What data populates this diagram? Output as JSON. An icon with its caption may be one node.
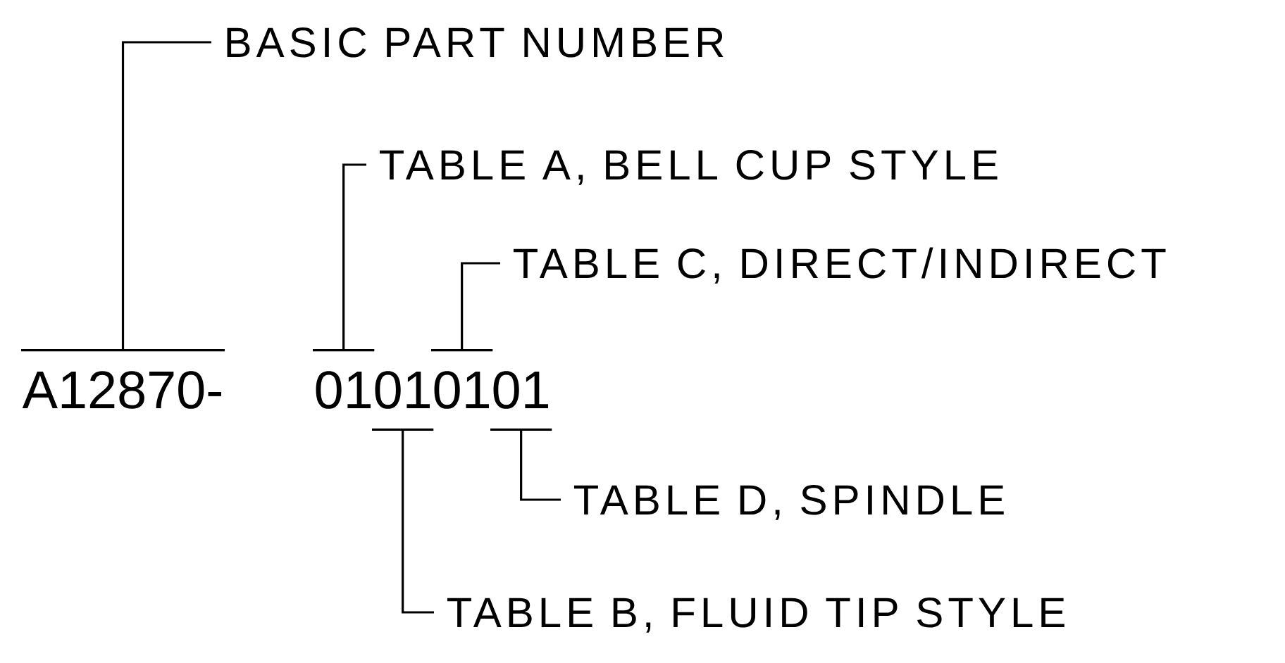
{
  "diagram": {
    "nodes": [
      {
        "text": [
          "BASIC PART NUMBER"
        ]
      },
      {
        "text": [
          "TABLE A, BELL CUP STYLE"
        ]
      },
      {
        "text": [
          "TABLE C, DIRECT/INDIRECT"
        ]
      },
      {
        "text": [
          "A12870-"
        ]
      },
      {
        "text": [
          "01"
        ]
      },
      {
        "text": [
          "01"
        ]
      },
      {
        "text": [
          "01"
        ]
      },
      {
        "text": [
          "01"
        ]
      },
      {
        "text": [
          "TABLE D, SPINDLE"
        ]
      },
      {
        "text": [
          "TABLE B, FLUID TIP STYLE"
        ]
      }
    ],
    "edges": [
      {
        "from": 0,
        "to": 3,
        "arrow": "none"
      },
      {
        "from": 1,
        "to": 4,
        "arrow": "none"
      },
      {
        "from": 9,
        "to": 5,
        "arrow": "none"
      },
      {
        "from": 2,
        "to": 6,
        "arrow": "none"
      },
      {
        "from": 8,
        "to": 7,
        "arrow": "none"
      }
    ]
  }
}
